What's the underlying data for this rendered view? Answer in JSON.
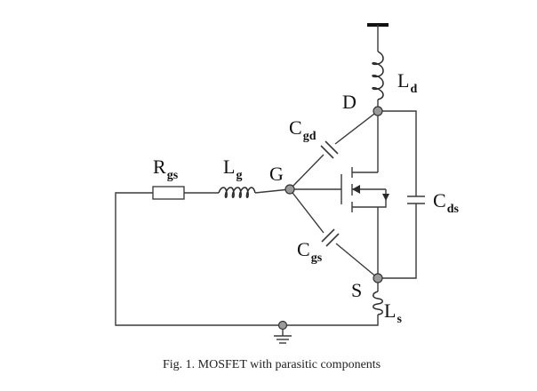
{
  "labels": {
    "rgs": {
      "main": "R",
      "sub": "gs"
    },
    "lg": {
      "main": "L",
      "sub": "g"
    },
    "g": {
      "main": "G"
    },
    "cgd": {
      "main": "C",
      "sub": "gd"
    },
    "cgs": {
      "main": "C",
      "sub": "gs"
    },
    "ld": {
      "main": "L",
      "sub": "d"
    },
    "d": {
      "main": "D"
    },
    "cds": {
      "main": "C",
      "sub": "ds"
    },
    "s": {
      "main": "S"
    },
    "ls": {
      "main": "L",
      "sub": "s"
    }
  },
  "caption": "Fig. 1.  MOSFET with parasitic components"
}
